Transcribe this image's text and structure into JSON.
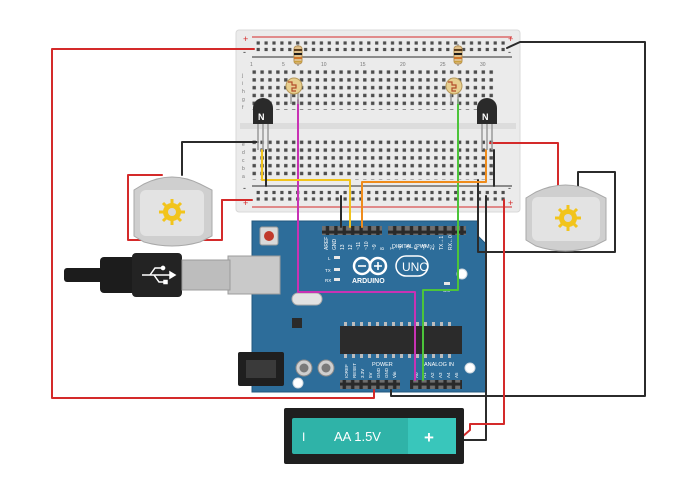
{
  "breadboard": {
    "plus": "+",
    "minus": "-",
    "col_numbers": [
      "1",
      "5",
      "10",
      "15",
      "20",
      "25",
      "30"
    ],
    "row_letters_top": [
      "j",
      "i",
      "h",
      "g",
      "f"
    ],
    "row_letters_bottom": [
      "e",
      "d",
      "c",
      "b",
      "a"
    ]
  },
  "transistors": {
    "left_label": "N",
    "right_label": "N"
  },
  "arduino": {
    "logo_text": "ARDUINO",
    "uno_text": "UNO",
    "digital_label": "DIGITAL (PWM~)",
    "analog_label": "ANALOG IN",
    "power_label": "POWER",
    "aref": "AREF",
    "gnd": "GND",
    "pin_13": "13",
    "pin_12": "12",
    "pin_11": "~11",
    "pin_10": "~10",
    "pin_9": "~9",
    "pin_8": "8",
    "pin_7": "7",
    "pin_6": "~6",
    "pin_5": "~5",
    "pin_4": "4",
    "pin_3": "~3",
    "pin_2": "2",
    "tx1": "TX→1",
    "rx0": "RX←0",
    "led_l": "L",
    "led_tx": "TX",
    "led_rx": "RX",
    "on": "ON",
    "ioref": "IOREF",
    "reset": "RESET",
    "v33": "3.3V",
    "v5": "5V",
    "gnd1": "GND",
    "gnd2": "GND",
    "vin": "Vin",
    "a0": "A0",
    "a1": "A1",
    "a2": "A2",
    "a3": "A3",
    "a4": "A4",
    "a5": "A5"
  },
  "battery": {
    "minus": "I",
    "label": "AA 1.5V",
    "plus": "+"
  },
  "wire_colors": {
    "red": "#d42a2a",
    "black": "#2b2b2b",
    "magenta": "#c832b4",
    "green": "#4cc43a",
    "yellow": "#f2c41c",
    "orange": "#ef8c1c"
  }
}
